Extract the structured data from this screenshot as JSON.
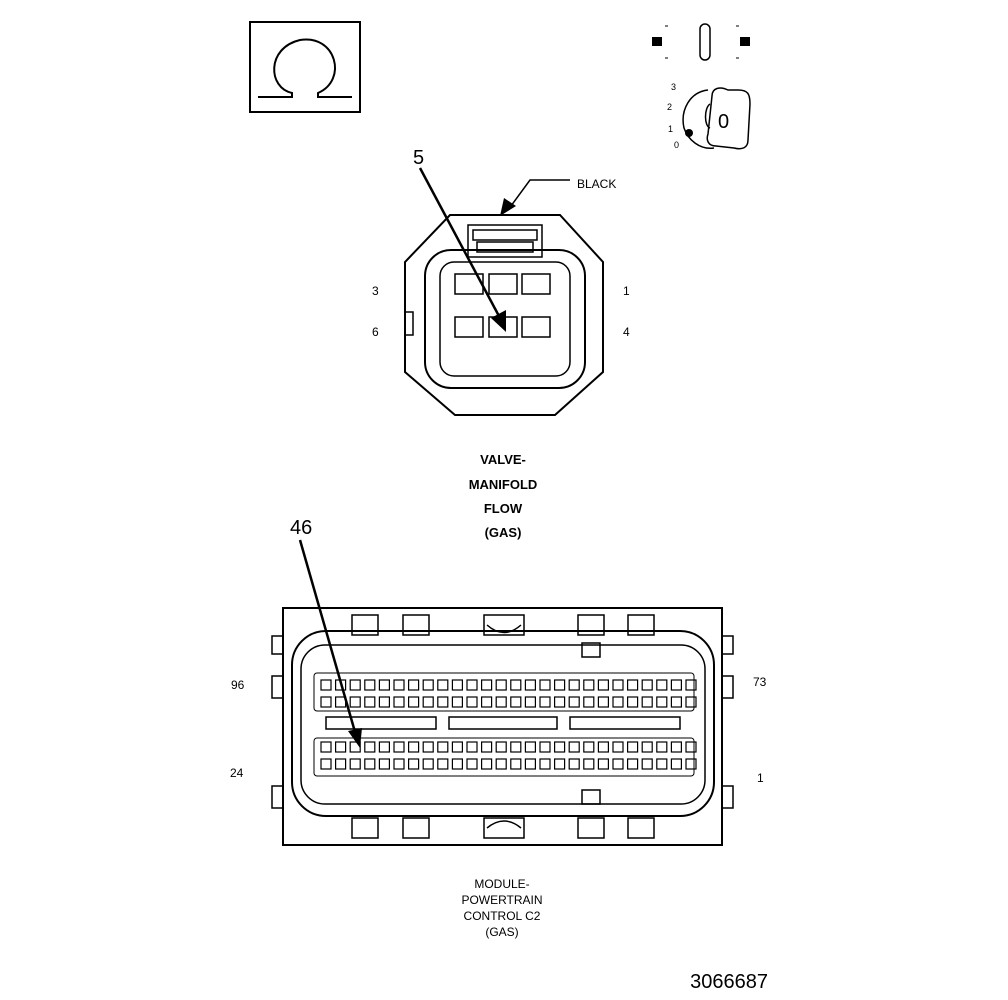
{
  "symbols": {
    "connector_view_icon": "omega-connector-view-icon",
    "ignition_icon": "ignition-key-icon",
    "ignition_key_label": "0",
    "ignition_positions": [
      "0",
      "1",
      "2",
      "3"
    ]
  },
  "valve_connector": {
    "callout": "5",
    "color_label": "BLACK",
    "pin_labels": {
      "top_left": "3",
      "top_right": "1",
      "bottom_left": "6",
      "bottom_right": "4"
    },
    "title_lines": [
      "VALVE-",
      "MANIFOLD",
      "FLOW",
      "(GAS)"
    ]
  },
  "pcm_connector": {
    "callout": "46",
    "pin_labels": {
      "top_left": "96",
      "top_right": "73",
      "bottom_left": "24",
      "bottom_right": "1"
    },
    "title_lines": [
      "MODULE-",
      "POWERTRAIN",
      "CONTROL C2",
      "(GAS)"
    ]
  },
  "figure_id": "3066687"
}
